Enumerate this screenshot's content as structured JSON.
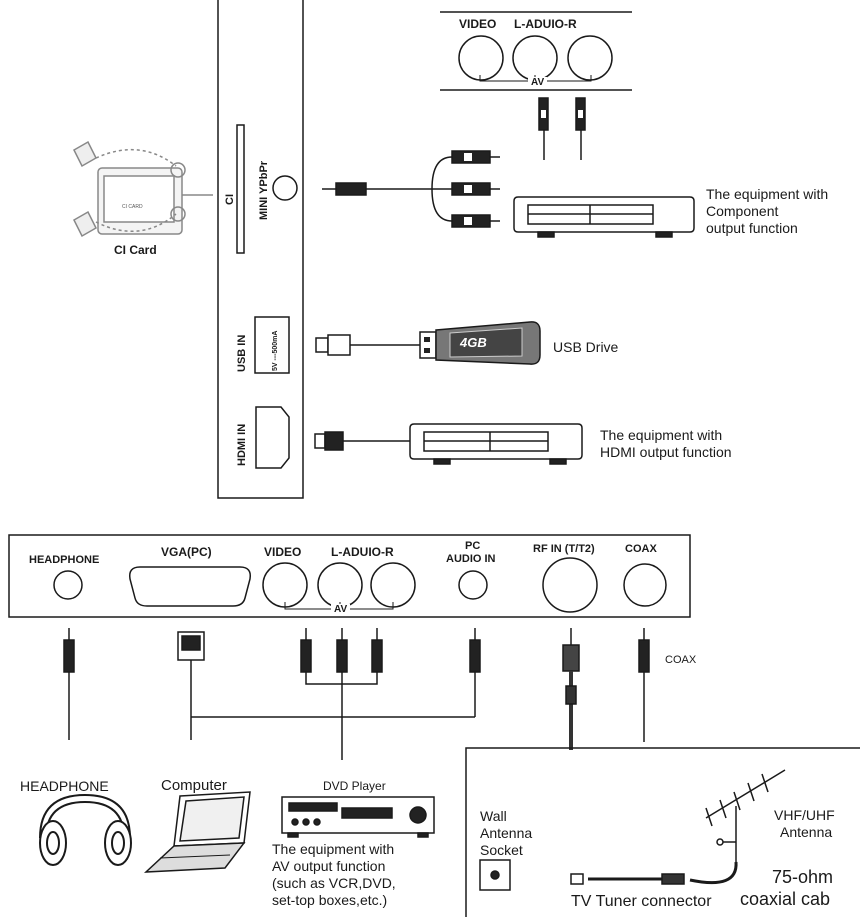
{
  "top_av_panel": {
    "video": "VIDEO",
    "audio": "L-ADUIO-R",
    "av": "AV"
  },
  "side_panel": {
    "ci": "CI",
    "mini_ypbpr": "MINI YPbPr",
    "usb_in": "USB IN",
    "usb_rating": "5V ---500mA",
    "hdmi_in": "HDMI IN"
  },
  "ci_card": {
    "label": "CI Card",
    "card_text": "CI CARD"
  },
  "component_device": {
    "line1": "The equipment with",
    "line2": "Component",
    "line3": "output function"
  },
  "usb_drive": {
    "label": "USB Drive",
    "capacity": "4GB"
  },
  "hdmi_device": {
    "line1": "The equipment with",
    "line2": "HDMI output function"
  },
  "bottom_panel": {
    "headphone": "HEADPHONE",
    "vga": "VGA(PC)",
    "video": "VIDEO",
    "audio": "L-ADUIO-R",
    "av": "AV",
    "pc_audio_line1": "PC",
    "pc_audio_line2": "AUDIO IN",
    "rf_in": "RF IN (T/T2)",
    "coax": "COAX"
  },
  "coax_cable_label": "COAX",
  "headphone_label": "HEADPHONE",
  "computer_label": "Computer",
  "dvd": {
    "title": "DVD Player",
    "line1": "The equipment with",
    "line2": "AV output function",
    "line3": "(such as VCR,DVD,",
    "line4": "set-top boxes,etc.)"
  },
  "antenna_box": {
    "wall_line1": "Wall",
    "wall_line2": "Antenna",
    "wall_line3": "Socket",
    "vhf_line1": "VHF/UHF",
    "vhf_line2": "Antenna",
    "tuner": "TV Tuner connector",
    "ohm_line1": "75-ohm",
    "ohm_line2": "coaxial cab"
  }
}
